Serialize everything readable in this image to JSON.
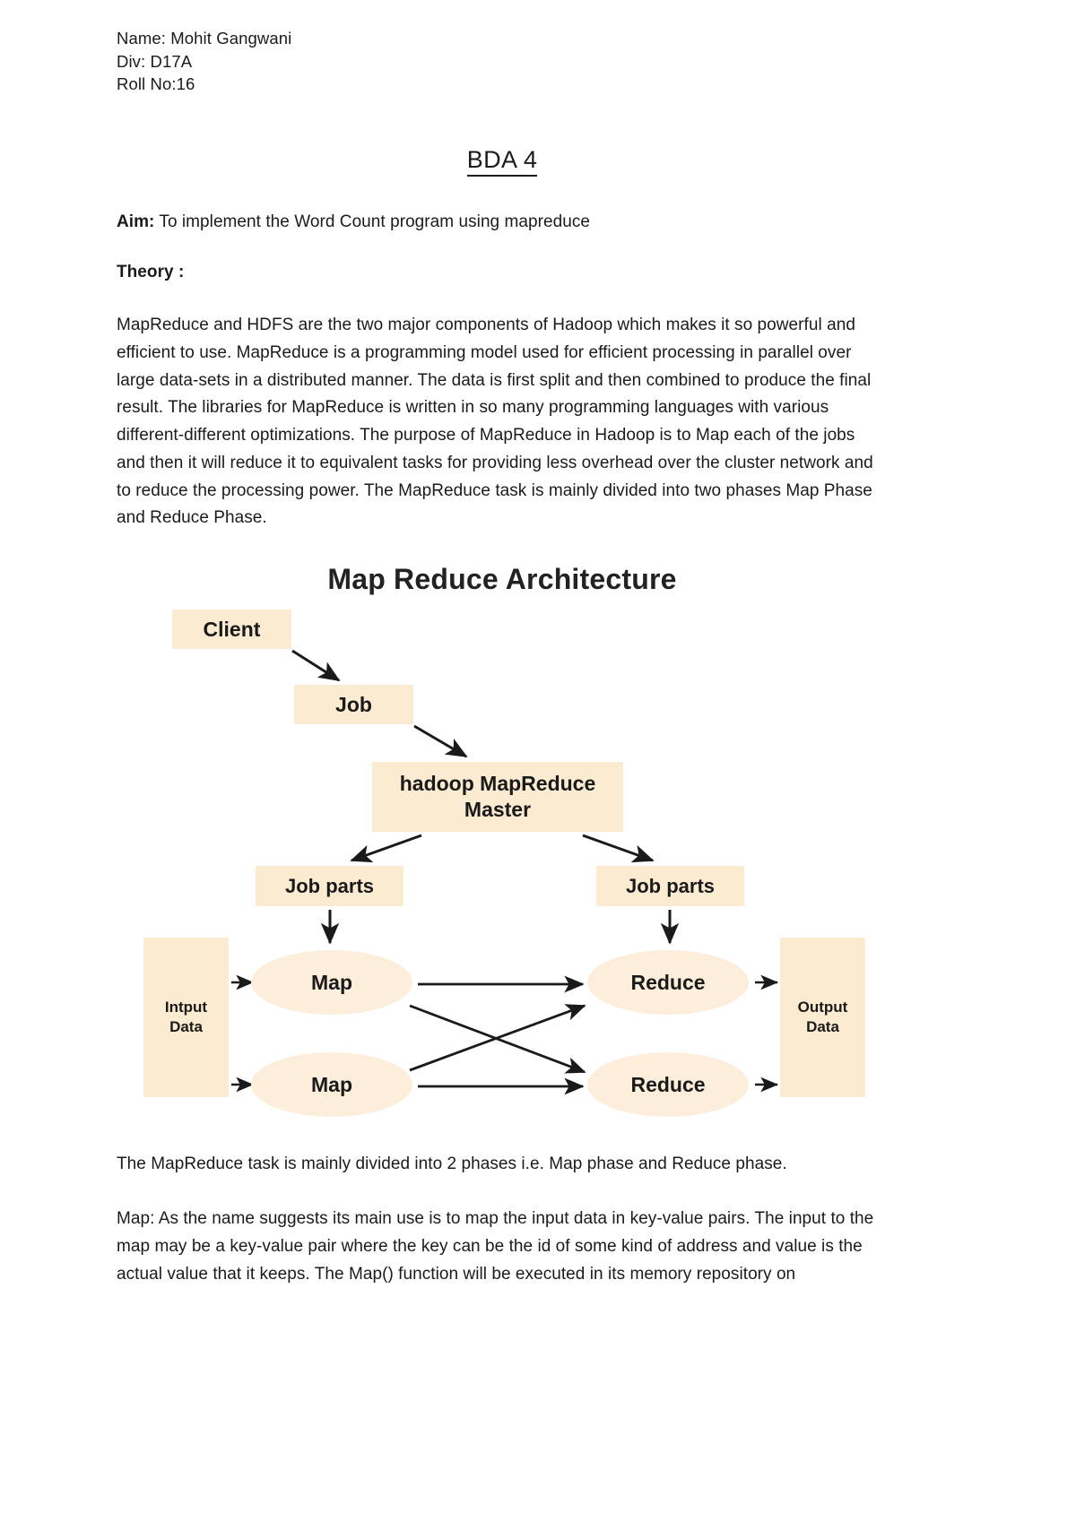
{
  "header": {
    "name_line": "Name: Mohit Gangwani",
    "div_line": "Div: D17A",
    "roll_line": "Roll No:16"
  },
  "document": {
    "title": "BDA 4",
    "aim_label": "Aim:",
    "aim_text": " To implement the Word Count program using mapreduce",
    "theory_label": "Theory :",
    "intro_paragraph": "MapReduce and HDFS are the two major components of Hadoop which makes it so powerful and efficient to use. MapReduce is a programming model used for efficient processing in parallel over large data-sets in a distributed manner. The data is first split and then combined to produce the final result. The libraries for MapReduce is written in so many programming languages with various different-different optimizations. The purpose of MapReduce in Hadoop is to Map each of the jobs and then it will reduce it to equivalent tasks for providing less overhead over the cluster network and to reduce the processing power. The MapReduce task is mainly divided into two phases Map Phase and Reduce Phase.",
    "post_paragraph_1": "The MapReduce task is mainly divided into 2 phases i.e. Map phase and Reduce phase.",
    "post_paragraph_2": "Map: As the name suggests its main use is to map the input data in key-value pairs. The input to the map may be a key-value pair where the key can be the id of some kind of address and value is the actual value that it keeps. The Map() function will be executed in its memory repository on"
  },
  "diagram": {
    "title": "Map Reduce Architecture",
    "colors": {
      "box_fill": "#fbebd0",
      "ellipse_fill": "#fdeedb",
      "arrow": "#1a1a1a",
      "text": "#1a1a1a"
    },
    "nodes": {
      "client": "Client",
      "job": "Job",
      "master_line_1": "hadoop MapReduce",
      "master_line_2": "Master",
      "job_parts_left": "Job parts",
      "job_parts_right": "Job parts",
      "input_line_1": "Intput",
      "input_line_2": "Data",
      "output_line_1": "Output",
      "output_line_2": "Data",
      "map_1": "Map",
      "map_2": "Map",
      "reduce_1": "Reduce",
      "reduce_2": "Reduce"
    }
  }
}
